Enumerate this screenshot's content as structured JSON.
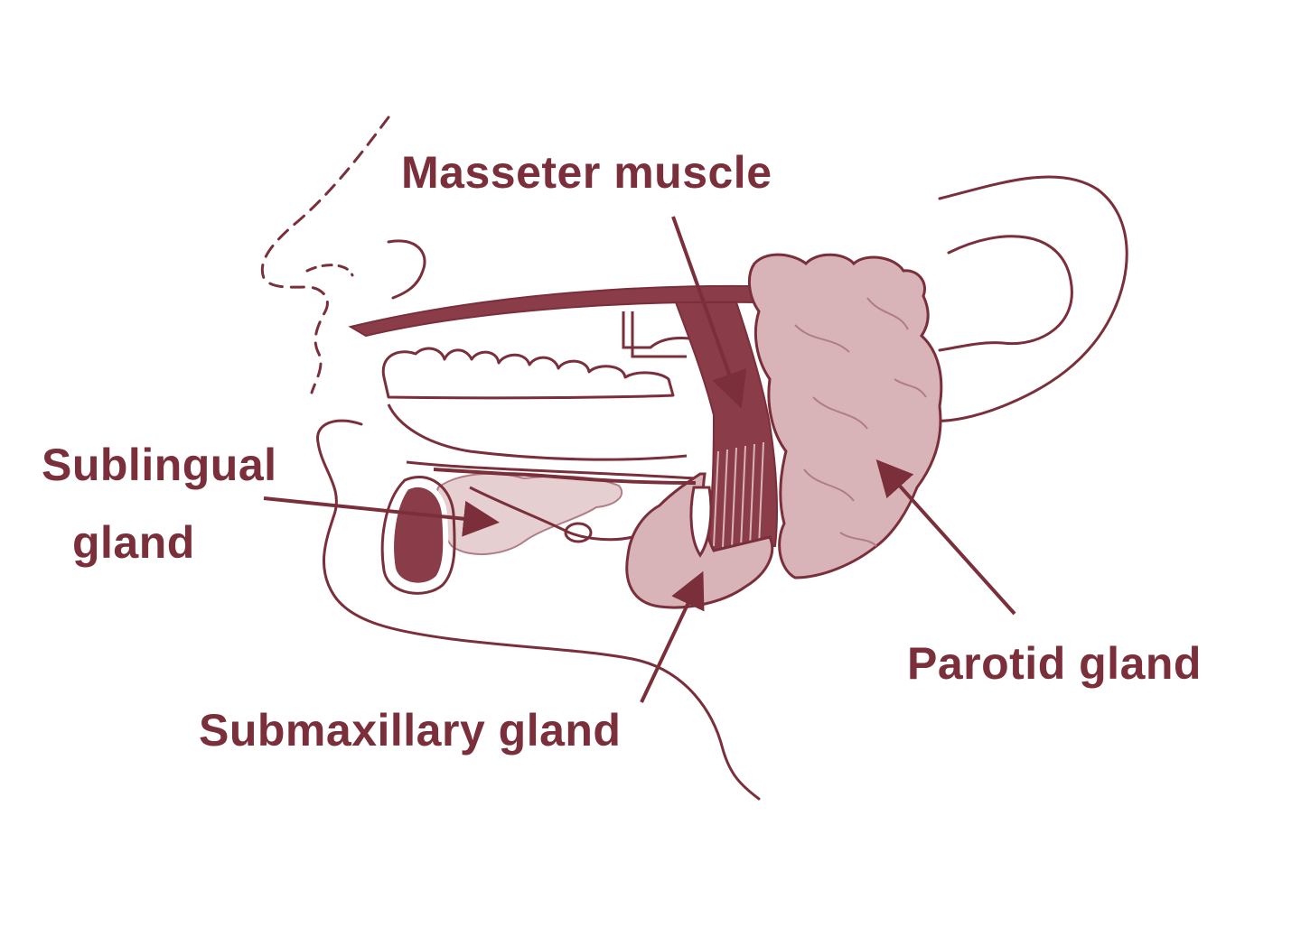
{
  "colors": {
    "ink": "#7a2f3a",
    "gland_fill": "#d8b4b8",
    "gland_light": "#e6cfd1",
    "muscle_dark": "#8a3c48",
    "background": "#ffffff"
  },
  "labels": {
    "masseter": "Masseter muscle",
    "sublingual_line1": "Sublingual",
    "sublingual_line2": "gland",
    "parotid": "Parotid gland",
    "submaxillary": "Submaxillary gland"
  }
}
